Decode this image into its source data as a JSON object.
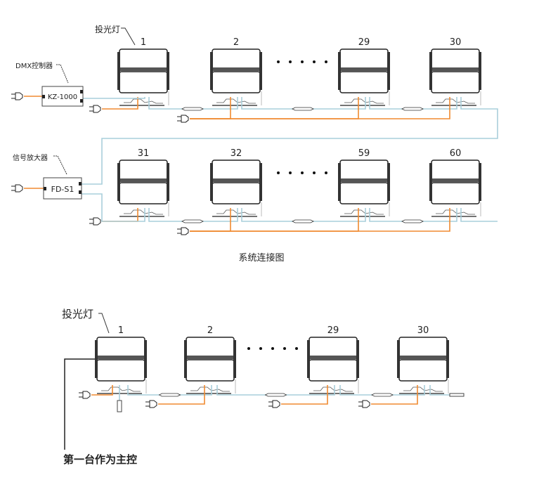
{
  "top_diagram": {
    "floodlight_label": "投光灯",
    "controller_label": "DMX控制器",
    "controller_model": "KZ-1000",
    "amplifier_label": "信号放大器",
    "amplifier_model": "FD-S1",
    "row1_numbers": [
      "1",
      "2",
      "29",
      "30"
    ],
    "row2_numbers": [
      "31",
      "32",
      "59",
      "60"
    ],
    "caption": "系统连接图"
  },
  "bottom_diagram": {
    "floodlight_label": "投光灯",
    "numbers": [
      "1",
      "2",
      "29",
      "30"
    ],
    "master_note": "第一台作为主控"
  },
  "colors": {
    "power_cable": "#f08a30",
    "signal_cable": "#a9cfdb",
    "line": "#222222"
  }
}
